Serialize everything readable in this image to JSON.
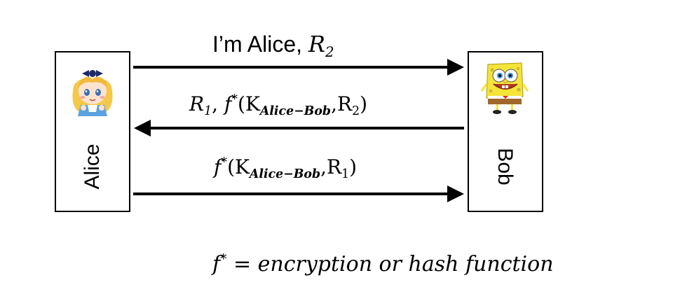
{
  "parties": {
    "alice": {
      "label": "Alice",
      "avatar_icon": "alice-cartoon-icon"
    },
    "bob": {
      "label": "Bob",
      "avatar_icon": "spongebob-cartoon-icon"
    }
  },
  "messages": [
    {
      "direction": "alice-to-bob",
      "prefix": "I’m Alice, ",
      "var": "R",
      "var_sub": "2"
    },
    {
      "direction": "bob-to-alice",
      "r_var": "R",
      "r_sub": "1",
      "comma": ", ",
      "f": "f",
      "star": "*",
      "open": "(K",
      "key_sub": "Alice−Bob",
      "mid": ",R",
      "arg_sub": "2",
      "close": ")"
    },
    {
      "direction": "alice-to-bob",
      "f": "f",
      "star": "*",
      "open": "(K",
      "key_sub": "Alice−Bob",
      "mid": ",R",
      "arg_sub": "1",
      "close": ")"
    }
  ],
  "footnote": {
    "f": "f",
    "star": "*",
    "text": " = encryption or hash function"
  },
  "colors": {
    "line": "#000000",
    "box_border": "#000000",
    "background": "#ffffff"
  }
}
